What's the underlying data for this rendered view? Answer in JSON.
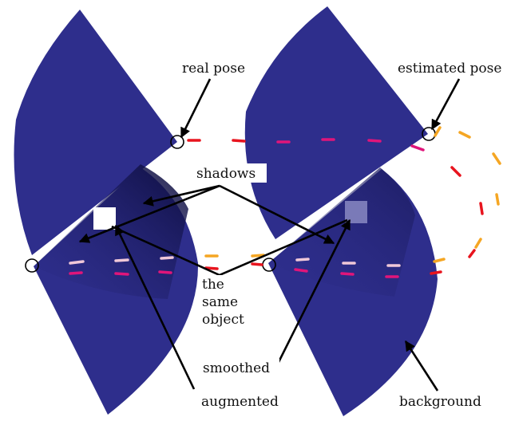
{
  "labels": {
    "real_pose": "real pose",
    "estimated_pose": "estimated pose",
    "shadows": "shadows",
    "the": "the",
    "same": "same",
    "object": "object",
    "smoothed": "smoothed",
    "augmented": "augmented",
    "background": "background"
  },
  "colors": {
    "background_fov": "#2e2e8c",
    "shadow": "#141450",
    "object_augmented": "#ffffff",
    "object_smoothed": "#7a7ab8",
    "trajectory_pink": "#e0157a",
    "trajectory_red": "#e8141e",
    "trajectory_orange": "#f5a623",
    "trajectory_light": "#f0c8d8"
  },
  "icons": {
    "pose_marker": "circle-outline-icon",
    "arrowhead": "arrowhead-icon"
  }
}
